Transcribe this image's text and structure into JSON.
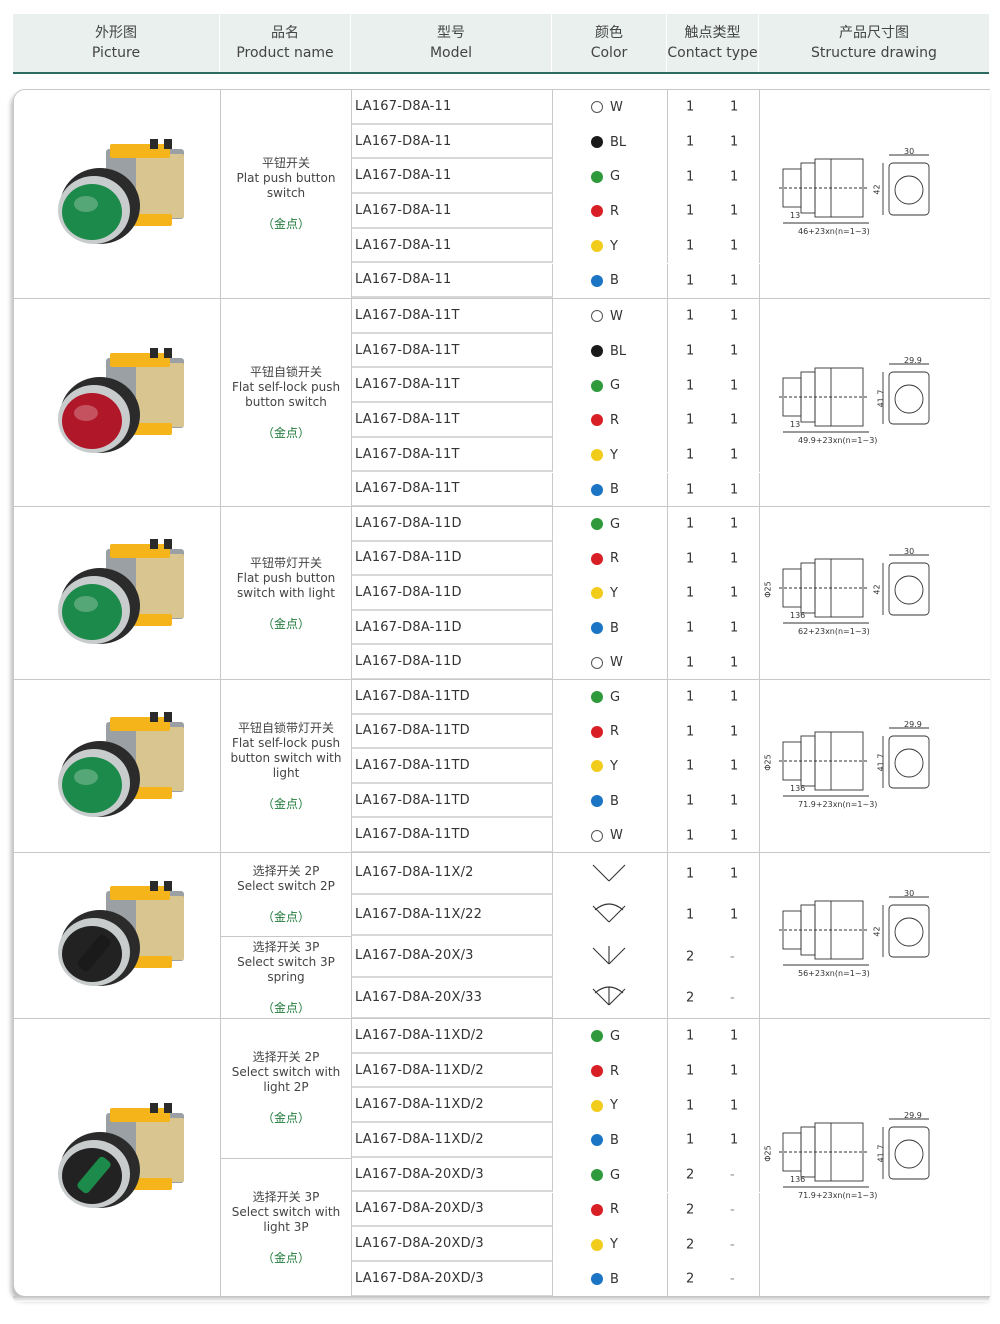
{
  "header": {
    "picture": {
      "cn": "外形图",
      "en": "Picture"
    },
    "product_name": {
      "cn": "品名",
      "en": "Product name"
    },
    "model": {
      "cn": "型号",
      "en": "Model"
    },
    "color": {
      "cn": "颜色",
      "en": "Color"
    },
    "contact_type": {
      "cn": "触点类型",
      "en": "Contact type"
    },
    "structure": {
      "cn": "产品尺寸图",
      "en": "Structure drawing"
    }
  },
  "colors": {
    "W": "#ffffff",
    "BL": "#1a1a1a",
    "G": "#2e9a3c",
    "R": "#d81f26",
    "Y": "#f2cc1b",
    "B": "#1c74c4"
  },
  "sections": [
    {
      "names": [
        {
          "cn": "平钮开关",
          "en": "Plat push button switch",
          "tag": "（金点）"
        }
      ],
      "rows": [
        {
          "model": "LA167-D8A-11",
          "color": "W",
          "c1": "1",
          "c2": "1"
        },
        {
          "model": "LA167-D8A-11",
          "color": "BL",
          "c1": "1",
          "c2": "1"
        },
        {
          "model": "LA167-D8A-11",
          "color": "G",
          "c1": "1",
          "c2": "1"
        },
        {
          "model": "LA167-D8A-11",
          "color": "R",
          "c1": "1",
          "c2": "1"
        },
        {
          "model": "LA167-D8A-11",
          "color": "Y",
          "c1": "1",
          "c2": "1"
        },
        {
          "model": "LA167-D8A-11",
          "color": "B",
          "c1": "1",
          "c2": "1"
        }
      ],
      "drawing": {
        "width": "30",
        "height": "42",
        "front": "13",
        "length": "46+23xn(n=1~3)"
      }
    },
    {
      "names": [
        {
          "cn": "平钮自锁开关",
          "en": "Flat self-lock push button switch",
          "tag": "（金点）"
        }
      ],
      "rows": [
        {
          "model": "LA167-D8A-11T",
          "color": "W",
          "c1": "1",
          "c2": "1"
        },
        {
          "model": "LA167-D8A-11T",
          "color": "BL",
          "c1": "1",
          "c2": "1"
        },
        {
          "model": "LA167-D8A-11T",
          "color": "G",
          "c1": "1",
          "c2": "1"
        },
        {
          "model": "LA167-D8A-11T",
          "color": "R",
          "c1": "1",
          "c2": "1"
        },
        {
          "model": "LA167-D8A-11T",
          "color": "Y",
          "c1": "1",
          "c2": "1"
        },
        {
          "model": "LA167-D8A-11T",
          "color": "B",
          "c1": "1",
          "c2": "1"
        }
      ],
      "drawing": {
        "width": "29.9",
        "height": "41.7",
        "front": "13",
        "length": "49.9+23xn(n=1~3)"
      }
    },
    {
      "names": [
        {
          "cn": "平钮带灯开关",
          "en": "Flat push button switch with light",
          "tag": "（金点）"
        }
      ],
      "rows": [
        {
          "model": "LA167-D8A-11D",
          "color": "G",
          "c1": "1",
          "c2": "1"
        },
        {
          "model": "LA167-D8A-11D",
          "color": "R",
          "c1": "1",
          "c2": "1"
        },
        {
          "model": "LA167-D8A-11D",
          "color": "Y",
          "c1": "1",
          "c2": "1"
        },
        {
          "model": "LA167-D8A-11D",
          "color": "B",
          "c1": "1",
          "c2": "1"
        },
        {
          "model": "LA167-D8A-11D",
          "color": "W",
          "c1": "1",
          "c2": "1"
        }
      ],
      "drawing": {
        "width": "30",
        "height": "42",
        "diameter": "Φ25",
        "front": "136",
        "length": "62+23xn(n=1~3)"
      }
    },
    {
      "names": [
        {
          "cn": "平钮自锁带灯开关",
          "en": "Flat self-lock push button switch with light",
          "tag": "（金点）"
        }
      ],
      "rows": [
        {
          "model": "LA167-D8A-11TD",
          "color": "G",
          "c1": "1",
          "c2": "1"
        },
        {
          "model": "LA167-D8A-11TD",
          "color": "R",
          "c1": "1",
          "c2": "1"
        },
        {
          "model": "LA167-D8A-11TD",
          "color": "Y",
          "c1": "1",
          "c2": "1"
        },
        {
          "model": "LA167-D8A-11TD",
          "color": "B",
          "c1": "1",
          "c2": "1"
        },
        {
          "model": "LA167-D8A-11TD",
          "color": "W",
          "c1": "1",
          "c2": "1"
        }
      ],
      "drawing": {
        "width": "29.9",
        "height": "41.7",
        "diameter": "Φ25",
        "front": "136",
        "length": "71.9+23xn(n=1~3)"
      }
    },
    {
      "names": [
        {
          "cn": "选择开关 2P",
          "en": "Select switch 2P",
          "tag": "（金点）"
        },
        {
          "cn": "选择开关 3P",
          "en": "Select switch 3P spring",
          "tag": "（金点）"
        }
      ],
      "rows": [
        {
          "model": "LA167-D8A-11X/2",
          "symbol": "v2",
          "c1": "1",
          "c2": "1"
        },
        {
          "model": "LA167-D8A-11X/22",
          "symbol": "v2r",
          "c1": "1",
          "c2": "1"
        },
        {
          "model": "LA167-D8A-20X/3",
          "symbol": "v3",
          "c1": "2",
          "c2": "-"
        },
        {
          "model": "LA167-D8A-20X/33",
          "symbol": "v3r",
          "c1": "2",
          "c2": "-"
        }
      ],
      "drawing": {
        "width": "30",
        "height": "42",
        "length": "56+23xn(n=1~3)"
      }
    },
    {
      "names": [
        {
          "cn": "选择开关 2P",
          "en": "Select switch with light 2P",
          "tag": "（金点）"
        },
        {
          "cn": "选择开关 3P",
          "en": "Select switch with light 3P",
          "tag": "（金点）"
        }
      ],
      "rows": [
        {
          "model": "LA167-D8A-11XD/2",
          "color": "G",
          "c1": "1",
          "c2": "1"
        },
        {
          "model": "LA167-D8A-11XD/2",
          "color": "R",
          "c1": "1",
          "c2": "1"
        },
        {
          "model": "LA167-D8A-11XD/2",
          "color": "Y",
          "c1": "1",
          "c2": "1"
        },
        {
          "model": "LA167-D8A-11XD/2",
          "color": "B",
          "c1": "1",
          "c2": "1"
        },
        {
          "model": "LA167-D8A-20XD/3",
          "color": "G",
          "c1": "2",
          "c2": "-"
        },
        {
          "model": "LA167-D8A-20XD/3",
          "color": "R",
          "c1": "2",
          "c2": "-"
        },
        {
          "model": "LA167-D8A-20XD/3",
          "color": "Y",
          "c1": "2",
          "c2": "-"
        },
        {
          "model": "LA167-D8A-20XD/3",
          "color": "B",
          "c1": "2",
          "c2": "-"
        }
      ],
      "drawing": {
        "width": "29.9",
        "height": "41.7",
        "diameter": "Φ25",
        "front": "136",
        "length": "71.9+23xn(n=1~3)"
      }
    }
  ]
}
